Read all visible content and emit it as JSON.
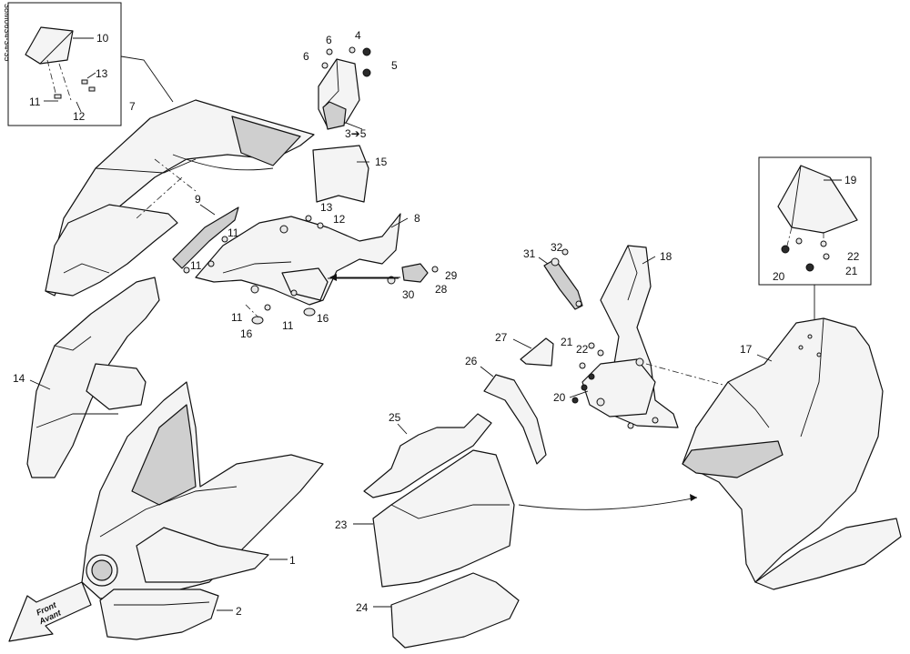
{
  "ref_code": "38M0634-34-35",
  "front_arrow": {
    "line1": "Front",
    "line2": "Avant"
  },
  "labels": {
    "p1": "1",
    "p2": "2",
    "p3to5": "3➔5",
    "p4": "4",
    "p5": "5",
    "p6a": "6",
    "p6b": "6",
    "p7": "7",
    "p8": "8",
    "p9": "9",
    "p10": "10",
    "p11a": "11",
    "p11b": "11",
    "p11c": "11",
    "p11d": "11",
    "p11e": "11",
    "p12a": "12",
    "p12b": "12",
    "p13a": "13",
    "p13b": "13",
    "p14": "14",
    "p15": "15",
    "p16a": "16",
    "p16b": "16",
    "p17": "17",
    "p18": "18",
    "p19": "19",
    "p20a": "20",
    "p20b": "20",
    "p21a": "21",
    "p21b": "21",
    "p22a": "22",
    "p22b": "22",
    "p23": "23",
    "p24": "24",
    "p25": "25",
    "p26": "26",
    "p27": "27",
    "p28": "28",
    "p29": "29",
    "p30": "30",
    "p31": "31",
    "p32": "32"
  }
}
